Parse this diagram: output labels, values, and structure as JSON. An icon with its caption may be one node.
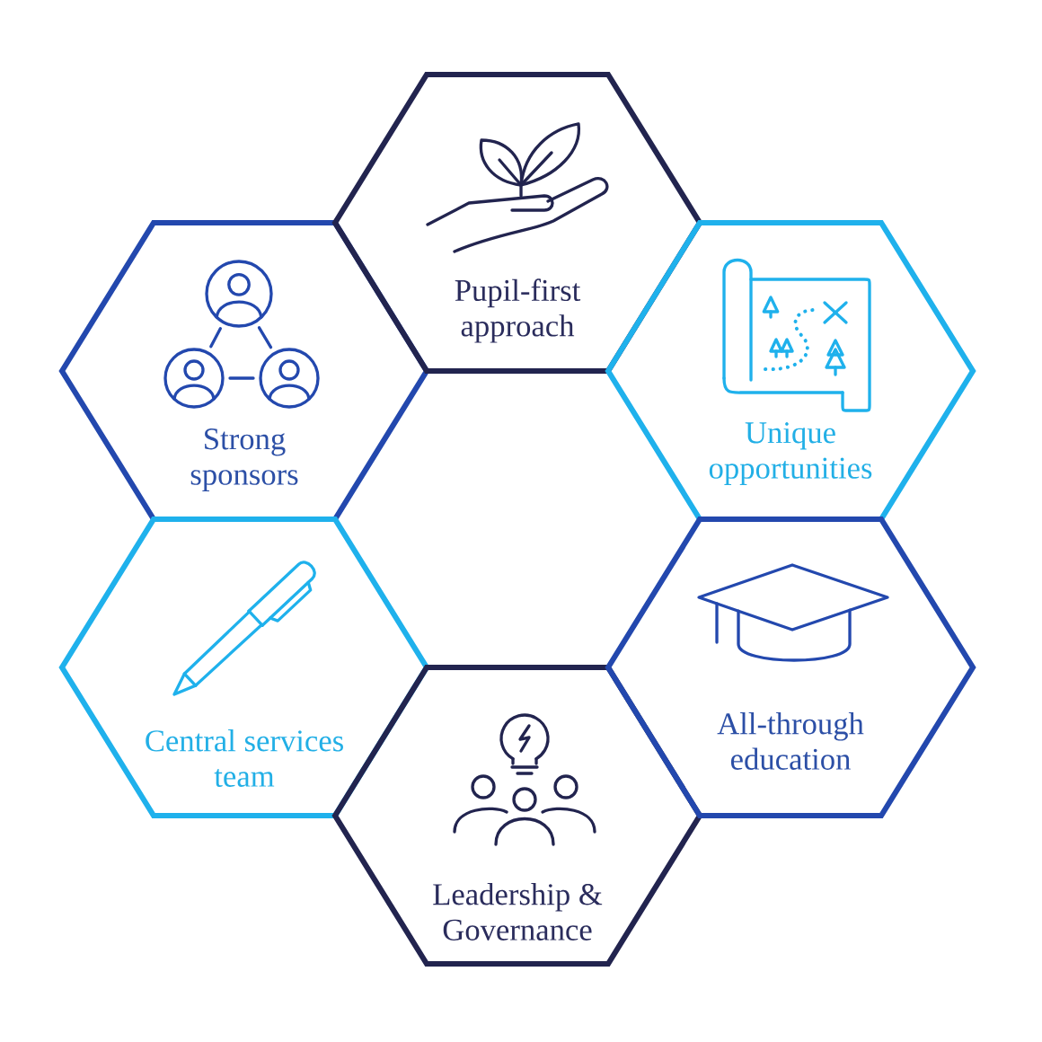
{
  "diagram": {
    "nodes": [
      {
        "text": [
          "Pupil-first approach"
        ]
      },
      {
        "text": [
          "Strong sponsors"
        ]
      },
      {
        "text": [
          "Unique opportunities"
        ]
      },
      {
        "text": [
          "Central services team"
        ]
      },
      {
        "text": [
          "All-through education"
        ]
      },
      {
        "text": [
          "Leadership & Governance"
        ]
      }
    ]
  }
}
